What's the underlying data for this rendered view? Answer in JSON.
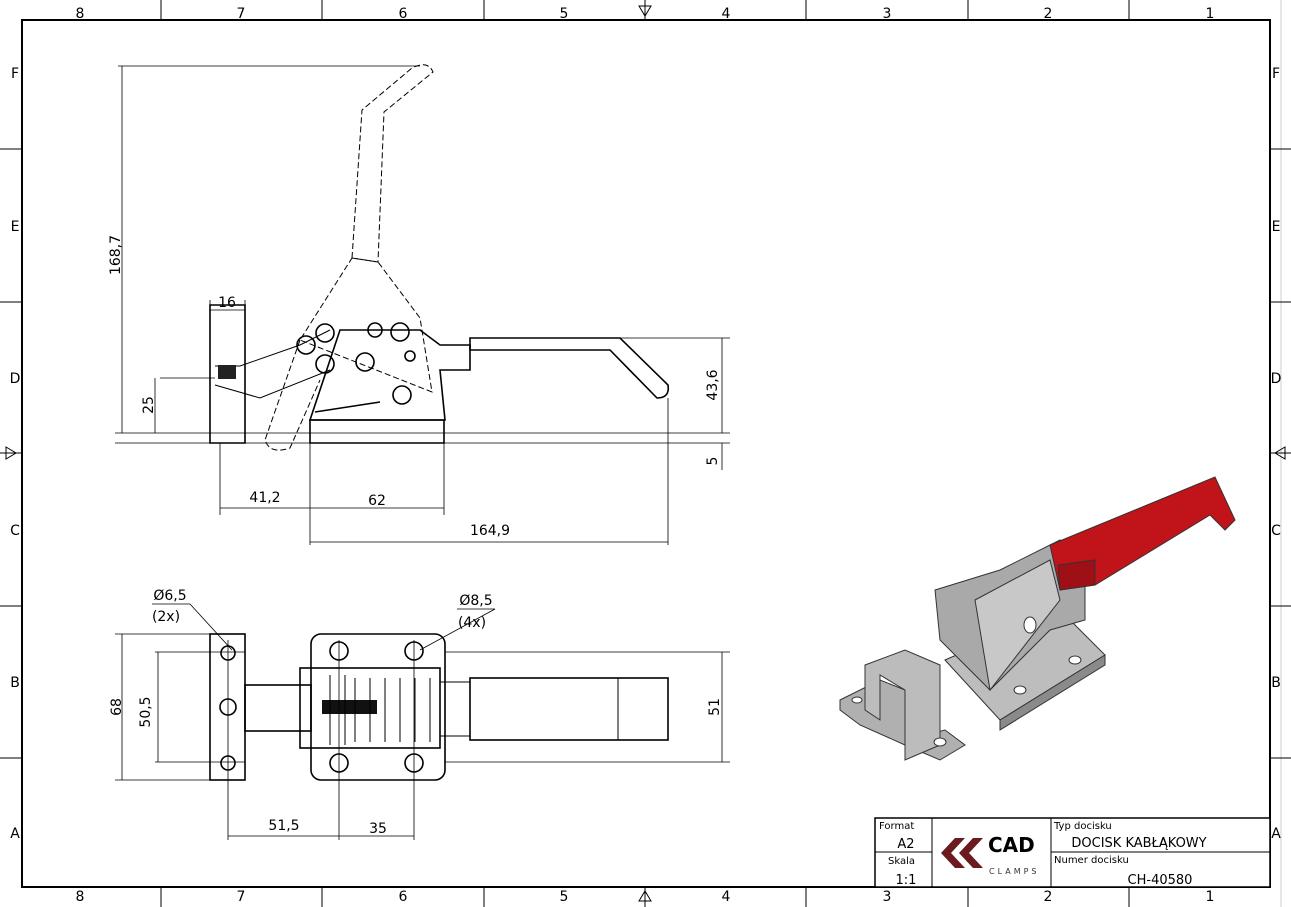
{
  "zones": {
    "columns": [
      "8",
      "7",
      "6",
      "5",
      "4",
      "3",
      "2",
      "1"
    ],
    "rows": [
      "F",
      "E",
      "D",
      "C",
      "B",
      "A"
    ]
  },
  "side_view": {
    "dims": {
      "height_total": "168,7",
      "width_top": "16",
      "height_base": "25",
      "offset_left": "41,2",
      "base_length": "62",
      "total_length": "164,9",
      "handle_height": "43,6",
      "base_thickness": "5"
    }
  },
  "top_view": {
    "hole_small": {
      "diameter": "Ø6,5",
      "count": "(2x)"
    },
    "hole_large": {
      "diameter": "Ø8,5",
      "count": "(4x)"
    },
    "dims": {
      "width_total": "68",
      "hole_spacing_small": "50,5",
      "handle_width": "51",
      "center_distance": "51,5",
      "hole_spacing_base": "35"
    }
  },
  "title_block": {
    "format_label": "Format",
    "format_value": "A2",
    "scale_label": "Skala",
    "scale_value": "1:1",
    "logo_main": "CAD",
    "logo_sub": "CLAMPS",
    "type_label": "Typ docisku",
    "type_value": "DOCISK KABŁĄKOWY",
    "number_label": "Numer docisku",
    "number_value": "CH-40580"
  },
  "colors": {
    "logo": "#6b1a1f",
    "handle": "#c0141a",
    "body": "#a9a9a9"
  }
}
